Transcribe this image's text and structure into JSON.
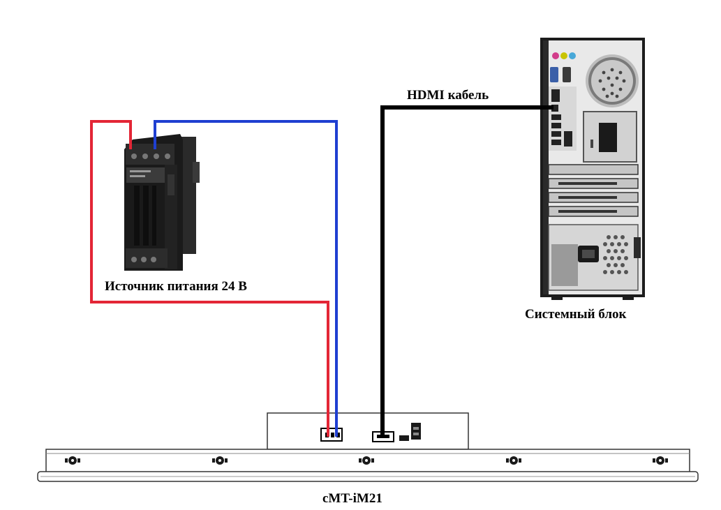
{
  "labels": {
    "psu": "Источник питания 24 В",
    "pc": "Системный блок",
    "hdmi": "HDMI кабель",
    "device": "cMT-iM21"
  },
  "colors": {
    "wire_positive": "#e32636",
    "wire_negative": "#1f3fd1",
    "hdmi_cable": "#000000",
    "psu_body": "#1a1a1a",
    "pc_body": "#1c1c1c"
  },
  "icons": {
    "psu": "din-rail-power-supply",
    "pc": "desktop-tower-rear",
    "device": "hmi-panel-side"
  }
}
